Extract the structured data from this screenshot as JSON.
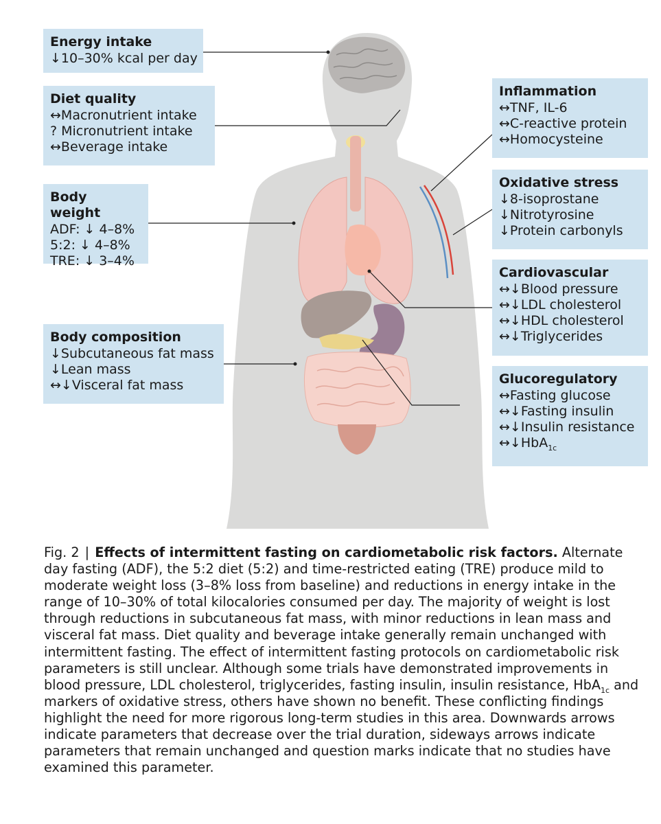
{
  "boxes": {
    "energy": {
      "title": "Energy intake",
      "lines": [
        "↓10–30% kcal per day"
      ]
    },
    "diet": {
      "title": "Diet quality",
      "lines": [
        "↔Macronutrient intake",
        "? Micronutrient intake",
        "↔Beverage intake"
      ]
    },
    "weight": {
      "title": "Body weight",
      "lines": [
        "ADF: ↓ 4–8%",
        "5:2: ↓ 4–8%",
        "TRE: ↓ 3–4%"
      ]
    },
    "composition": {
      "title": "Body composition",
      "lines": [
        "↓Subcutaneous fat mass",
        "↓Lean mass",
        "↔↓Visceral fat mass"
      ]
    },
    "inflammation": {
      "title": "Inflammation",
      "lines": [
        "↔TNF, IL-6",
        "↔C-reactive protein",
        "↔Homocysteine"
      ]
    },
    "oxidative": {
      "title": "Oxidative stress",
      "lines": [
        "↓8-isoprostane",
        "↓Nitrotyrosine",
        "↓Protein carbonyls"
      ]
    },
    "cardio": {
      "title": "Cardiovascular",
      "lines": [
        "↔↓Blood pressure",
        "↔↓LDL cholesterol",
        "↔↓HDL cholesterol",
        "↔↓Triglycerides"
      ]
    },
    "gluco": {
      "title": "Glucoregulatory",
      "lines": [
        "↔Fasting glucose",
        "↔↓Fasting insulin",
        "↔↓Insulin resistance"
      ],
      "hba_main": "↔↓HbA",
      "hba_sub": "1c"
    }
  },
  "caption": {
    "label": "Fig. 2",
    "separator": "|",
    "title": "Effects of intermittent fasting on cardiometabolic risk factors.",
    "text_1": " Alternate day fasting (ADF), the 5:2 diet (5:2) and time-restricted eating (TRE) produce mild to moderate weight loss (3–8% loss from baseline) and reductions in energy intake in the range of 10–30% of total kilocalories consumed per day. The majority of weight is lost through reductions in subcutaneous fat mass, with minor reductions in lean mass and visceral fat mass. Diet quality and beverage intake generally remain unchanged with intermittent fasting. The effect of intermittent fasting protocols on cardiometabolic risk parameters is still unclear. Although some trials have demonstrated improvements in blood pressure, LDL cholesterol, triglycerides, fasting insulin, insulin resistance, HbA",
    "sub": "1c",
    "text_2": " and markers of oxidative stress, others have shown no benefit. These conflicting findings highlight the need for more rigorous long-term studies in this area. Downwards arrows indicate parameters that decrease over the trial duration, sideways arrows indicate parameters that remain unchanged and question marks indicate that no studies have examined this parameter."
  },
  "colors": {
    "box_fill": "#cfe3f0",
    "silhouette": "#dadad9",
    "lungs": "#f3c6c0",
    "liver": "#a89a94",
    "stomach": "#9a7f95",
    "intestine": "#f6d3cb",
    "artery": "#d9443a",
    "vein": "#5b8fc4"
  }
}
